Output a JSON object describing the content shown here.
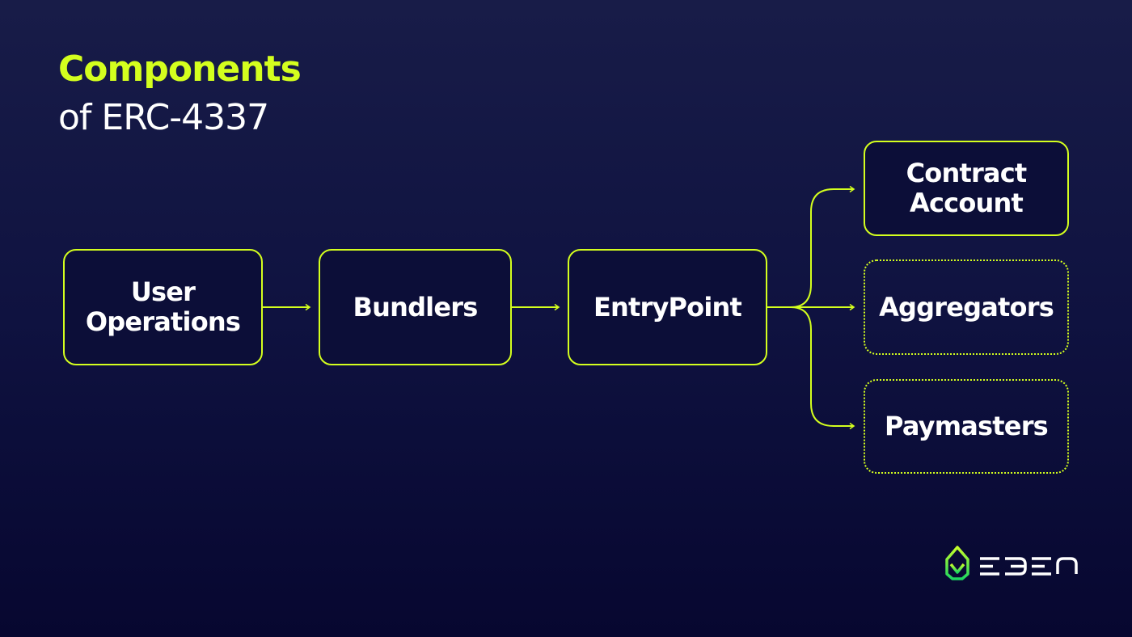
{
  "title": {
    "accent": "Components",
    "subtitle": "of ERC-4337"
  },
  "diagram": {
    "nodes": [
      {
        "id": "user-operations",
        "label": "User Operations",
        "lines": [
          "User",
          "Operations"
        ],
        "style": "solid"
      },
      {
        "id": "bundlers",
        "label": "Bundlers",
        "style": "solid"
      },
      {
        "id": "entrypoint",
        "label": "EntryPoint",
        "style": "solid"
      },
      {
        "id": "contract-account",
        "label": "Contract Account",
        "lines": [
          "Contract",
          "Account"
        ],
        "style": "solid"
      },
      {
        "id": "aggregators",
        "label": "Aggregators",
        "style": "dotted"
      },
      {
        "id": "paymasters",
        "label": "Paymasters",
        "style": "dotted"
      }
    ],
    "edges": [
      {
        "from": "user-operations",
        "to": "bundlers"
      },
      {
        "from": "bundlers",
        "to": "entrypoint"
      },
      {
        "from": "entrypoint",
        "to": "contract-account"
      },
      {
        "from": "entrypoint",
        "to": "aggregators"
      },
      {
        "from": "entrypoint",
        "to": "paymasters"
      }
    ]
  },
  "brand": {
    "name": "EDEN",
    "icon": "leaf-icon"
  },
  "colors": {
    "accent": "#d4ff1e",
    "text": "#ffffff",
    "bg_top": "#181c48",
    "bg_bottom": "#070730",
    "logo_green_top": "#c8ff2a",
    "logo_green_bottom": "#1ed760"
  }
}
